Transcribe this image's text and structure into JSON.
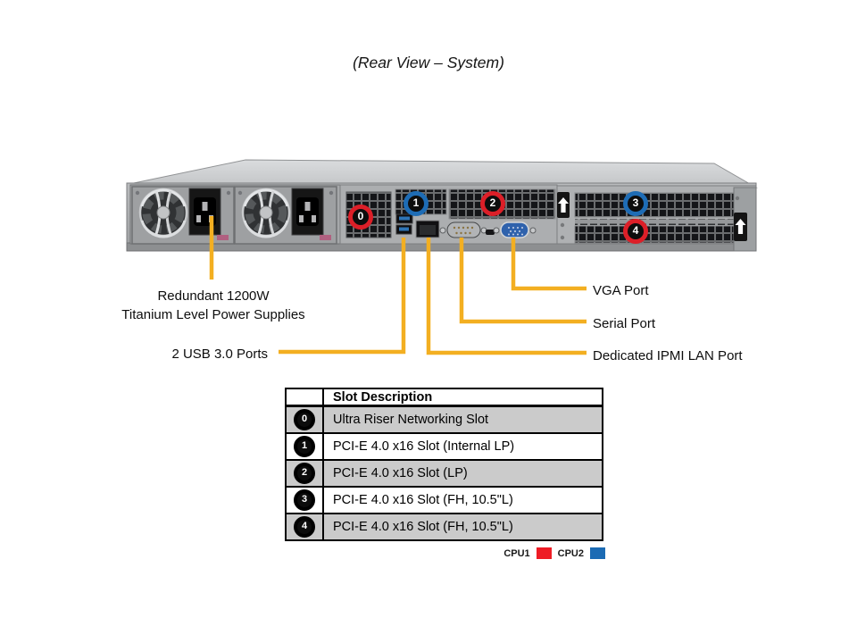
{
  "page": {
    "title": "(Rear View – System)"
  },
  "colors": {
    "callout_yellow": "#F3AF21",
    "marker_red": "#DC1F28",
    "marker_blue": "#1E6CB5",
    "table_row_gray": "#CBCBCB",
    "legend_cpu1_red": "#EE1C25",
    "legend_cpu2_blue": "#1C6BB4"
  },
  "diagram": {
    "markers": [
      {
        "num": "0",
        "color": "red"
      },
      {
        "num": "1",
        "color": "blue"
      },
      {
        "num": "2",
        "color": "red"
      },
      {
        "num": "3",
        "color": "blue"
      },
      {
        "num": "4",
        "color": "red"
      }
    ],
    "callouts": {
      "psu_line1": "Redundant 1200W",
      "psu_line2": "Titanium Level Power Supplies",
      "usb": "2 USB 3.0 Ports",
      "vga": "VGA Port",
      "serial": "Serial Port",
      "ipmi": "Dedicated IPMI LAN Port"
    }
  },
  "slot_table": {
    "header": "Slot Description",
    "rows": [
      {
        "num": "0",
        "color": "red",
        "desc": "Ultra Riser Networking Slot"
      },
      {
        "num": "1",
        "color": "blue",
        "desc": "PCI-E 4.0 x16 Slot (Internal LP)"
      },
      {
        "num": "2",
        "color": "red",
        "desc": "PCI-E 4.0 x16 Slot (LP)"
      },
      {
        "num": "3",
        "color": "blue",
        "desc": "PCI-E 4.0 x16 Slot (FH, 10.5\"L)"
      },
      {
        "num": "4",
        "color": "red",
        "desc": "PCI-E 4.0 x16 Slot (FH, 10.5\"L)"
      }
    ]
  },
  "legend": {
    "items": [
      {
        "label": "CPU1",
        "color": "#EE1C25"
      },
      {
        "label": "CPU2",
        "color": "#1C6BB4"
      }
    ]
  }
}
